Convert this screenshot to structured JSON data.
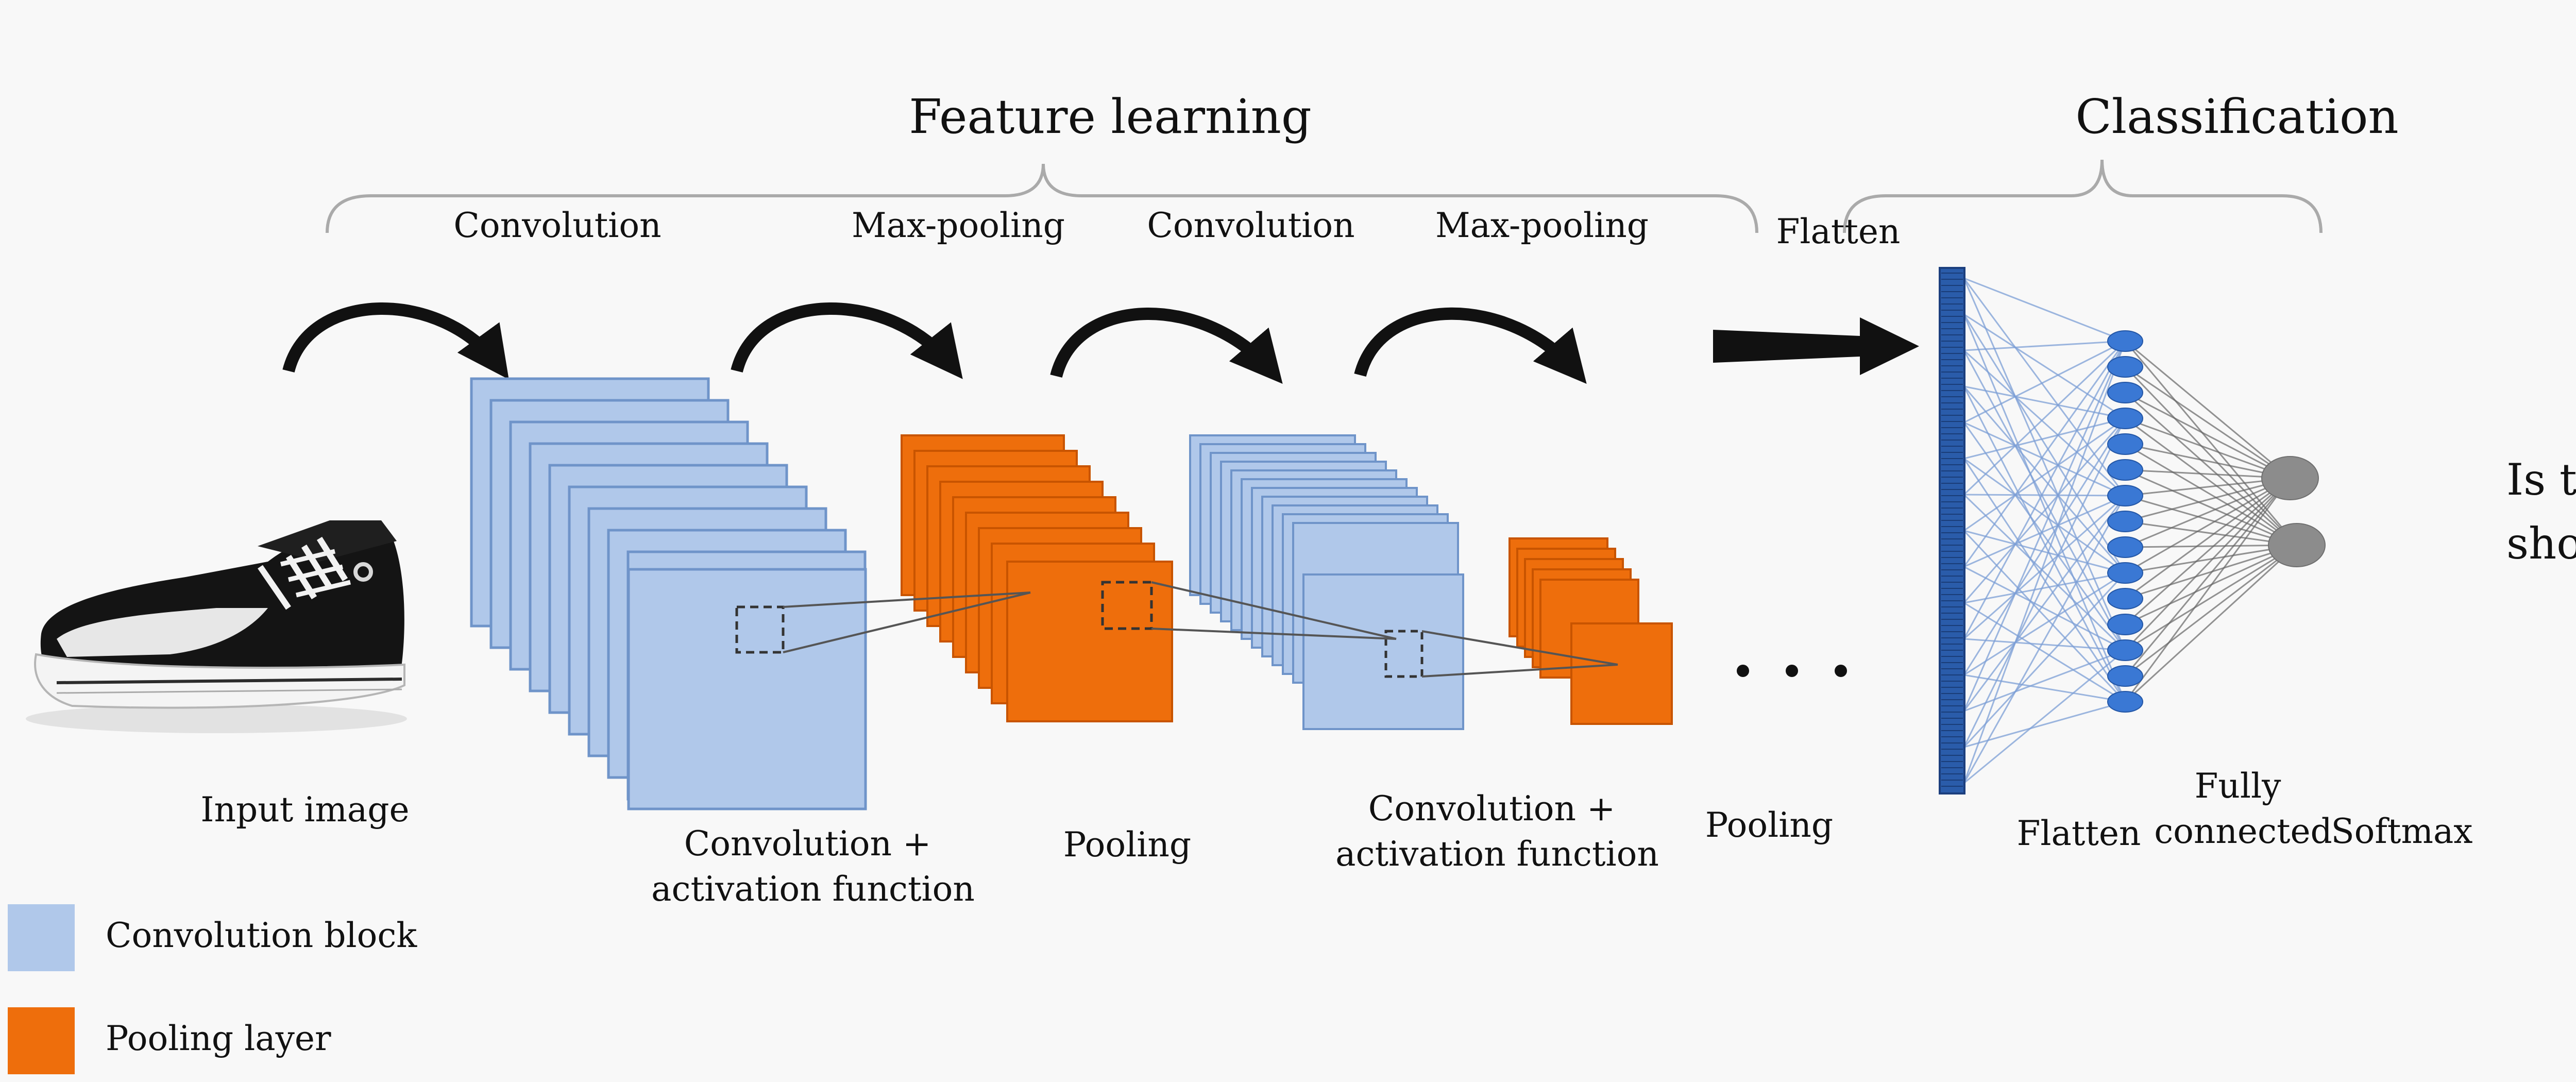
{
  "sections": {
    "feature_learning": "Feature learning",
    "classification": "Classification"
  },
  "operations": {
    "convolution_1": "Convolution",
    "max_pooling_1": "Max-pooling",
    "convolution_2": "Convolution",
    "max_pooling_2": "Max-pooling",
    "flatten": "Flatten"
  },
  "captions": {
    "input_image": "Input image",
    "conv_activation_1": [
      "Convolution +",
      "activation function"
    ],
    "pooling_1": "Pooling",
    "conv_activation_2": [
      "Convolution +",
      "activation function"
    ],
    "pooling_2": "Pooling",
    "flatten": "Flatten",
    "fully_connected": [
      "Fully",
      "connected"
    ],
    "softmax": "Softmax"
  },
  "question": [
    "Is this",
    "shoe?"
  ],
  "legend": [
    {
      "label": "Convolution block",
      "color": "#b0c8ea"
    },
    {
      "label": "Pooling layer",
      "color": "#ee6e0c"
    }
  ],
  "colors": {
    "conv_fill": "#b0c8ea",
    "conv_stroke": "#6f94c9",
    "pool_fill": "#ee6e0c",
    "pool_stroke": "#c85400",
    "flatten_bar": "#2a5caa",
    "fc_node": "#3a78d4",
    "softmax_node": "#8c8c8c",
    "blue_line": "#7d9fd6",
    "gray_line": "#666666",
    "bracket": "#aaaaaa"
  },
  "icons": {
    "input": "sneaker-icon"
  }
}
